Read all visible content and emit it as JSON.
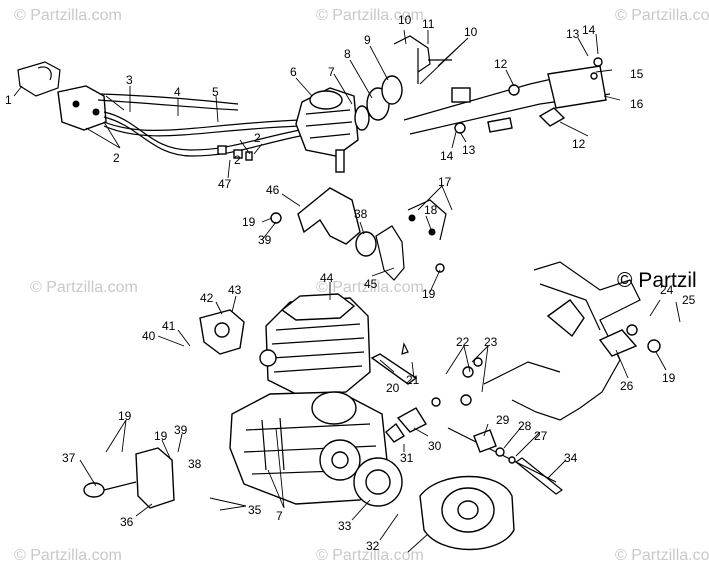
{
  "watermarks": [
    "© Partzilla.com",
    "© Partzilla.com",
    "© Partzilla.com",
    "© Partzilla.com",
    "© Partzilla.com",
    "© Partzilla.com",
    "© Partzilla.com",
    "© Partzilla.com"
  ],
  "brand_partial": "© Partzil",
  "callouts": [
    "1",
    "2",
    "3",
    "4",
    "5",
    "6",
    "7",
    "8",
    "9",
    "10",
    "11",
    "10",
    "12",
    "13",
    "14",
    "15",
    "16",
    "2",
    "2",
    "47",
    "12",
    "14",
    "13",
    "46",
    "17",
    "18",
    "38",
    "19",
    "39",
    "44",
    "45",
    "19",
    "42",
    "43",
    "41",
    "40",
    "22",
    "23",
    "20",
    "21",
    "25",
    "24",
    "26",
    "19",
    "19",
    "39",
    "19",
    "38",
    "37",
    "36",
    "35",
    "7",
    "31",
    "30",
    "29",
    "28",
    "27",
    "34",
    "33",
    "32"
  ]
}
